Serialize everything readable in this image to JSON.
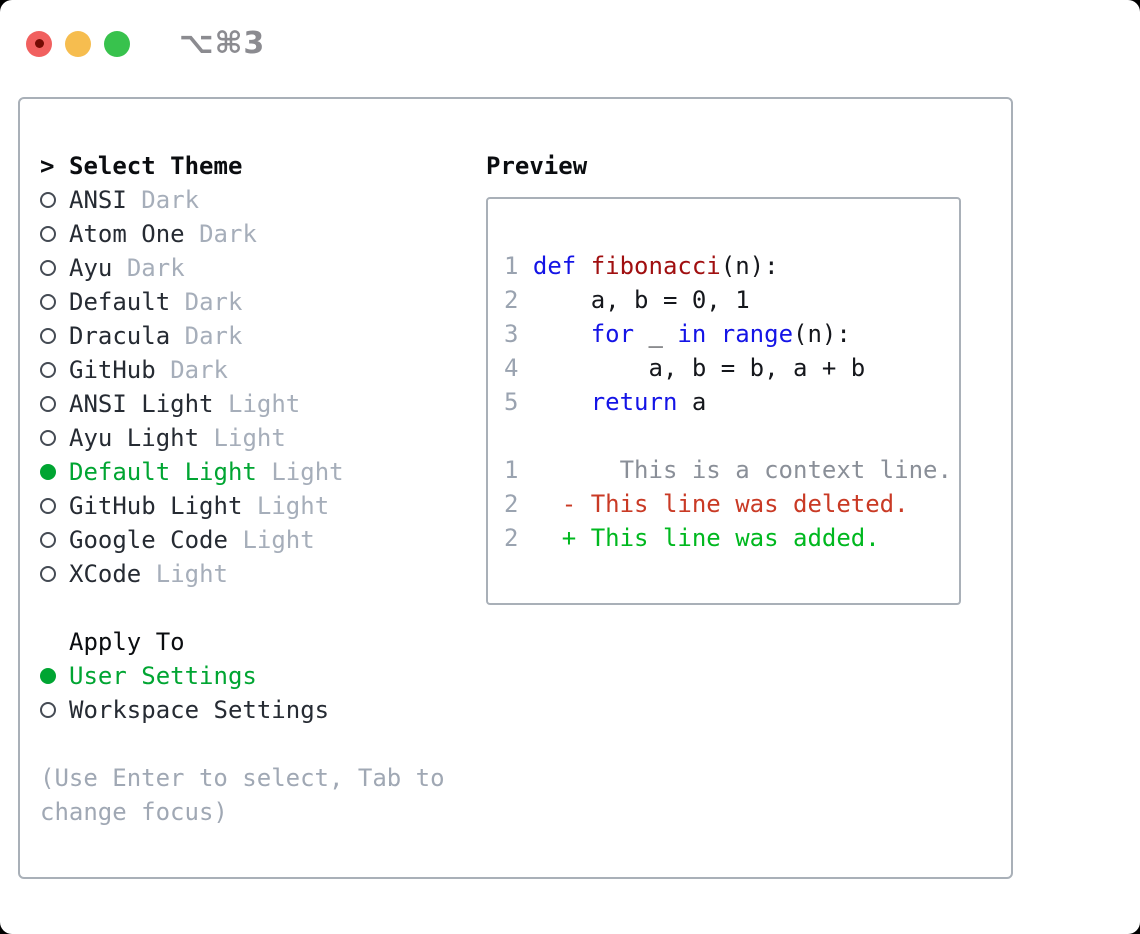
{
  "titlebar": {
    "shortcut_label": "⌥⌘3"
  },
  "colors": {
    "traffic_red": "#f1605f",
    "traffic_red_dot": "#740b04",
    "traffic_yellow": "#f6bd4f",
    "traffic_green": "#38c24d",
    "border_gray": "#a9b0b8",
    "selected_green": "#00a532",
    "keyword_blue": "#1414e6",
    "function_red": "#a00f10",
    "line_number_gray": "#9aa3b0",
    "context_gray": "#8a8f98",
    "deleted_red": "#c93a25",
    "added_green": "#00b81f",
    "tag_gray": "#a6aeba",
    "help_gray": "#a0a8b4"
  },
  "theme_picker": {
    "focus_marker": ">",
    "title": "Select Theme",
    "themes": [
      {
        "name": "ANSI",
        "variant": "Dark",
        "selected": false
      },
      {
        "name": "Atom One",
        "variant": "Dark",
        "selected": false
      },
      {
        "name": "Ayu",
        "variant": "Dark",
        "selected": false
      },
      {
        "name": "Default",
        "variant": "Dark",
        "selected": false
      },
      {
        "name": "Dracula",
        "variant": "Dark",
        "selected": false
      },
      {
        "name": "GitHub",
        "variant": "Dark",
        "selected": false
      },
      {
        "name": "ANSI Light",
        "variant": "Light",
        "selected": false
      },
      {
        "name": "Ayu Light",
        "variant": "Light",
        "selected": false
      },
      {
        "name": "Default Light",
        "variant": "Light",
        "selected": true
      },
      {
        "name": "GitHub Light",
        "variant": "Light",
        "selected": false
      },
      {
        "name": "Google Code",
        "variant": "Light",
        "selected": false
      },
      {
        "name": "XCode",
        "variant": "Light",
        "selected": false
      }
    ],
    "apply_to": {
      "title": "Apply To",
      "options": [
        {
          "name": "User Settings",
          "selected": true
        },
        {
          "name": "Workspace Settings",
          "selected": false
        }
      ]
    },
    "help_text": "(Use Enter to select, Tab to change focus)"
  },
  "preview": {
    "title": "Preview",
    "lines": [
      {
        "tokens": [
          {
            "t": "1 ",
            "c": "num"
          },
          {
            "t": "def ",
            "c": "kw"
          },
          {
            "t": "fibonacci",
            "c": "fn"
          },
          {
            "t": "(n):",
            "c": "plain"
          }
        ]
      },
      {
        "tokens": [
          {
            "t": "2 ",
            "c": "num"
          },
          {
            "t": "    a, b = 0, 1",
            "c": "plain"
          }
        ]
      },
      {
        "tokens": [
          {
            "t": "3 ",
            "c": "num"
          },
          {
            "t": "    ",
            "c": "plain"
          },
          {
            "t": "for ",
            "c": "kw"
          },
          {
            "t": "_ ",
            "c": "plain"
          },
          {
            "t": "in ",
            "c": "kw"
          },
          {
            "t": "range",
            "c": "kw"
          },
          {
            "t": "(n):",
            "c": "plain"
          }
        ]
      },
      {
        "tokens": [
          {
            "t": "4 ",
            "c": "num"
          },
          {
            "t": "        a, b = b, a + b",
            "c": "plain"
          }
        ]
      },
      {
        "tokens": [
          {
            "t": "5 ",
            "c": "num"
          },
          {
            "t": "    ",
            "c": "plain"
          },
          {
            "t": "return ",
            "c": "kw"
          },
          {
            "t": "a",
            "c": "plain"
          }
        ]
      },
      {
        "tokens": []
      },
      {
        "tokens": [
          {
            "t": "1",
            "c": "num"
          },
          {
            "t": "       This is a context line.",
            "c": "ctx"
          }
        ]
      },
      {
        "tokens": [
          {
            "t": "2",
            "c": "num"
          },
          {
            "t": "   - This line was deleted.",
            "c": "del"
          }
        ]
      },
      {
        "tokens": [
          {
            "t": "2",
            "c": "num"
          },
          {
            "t": "   + This line was added.",
            "c": "add"
          }
        ]
      }
    ]
  }
}
